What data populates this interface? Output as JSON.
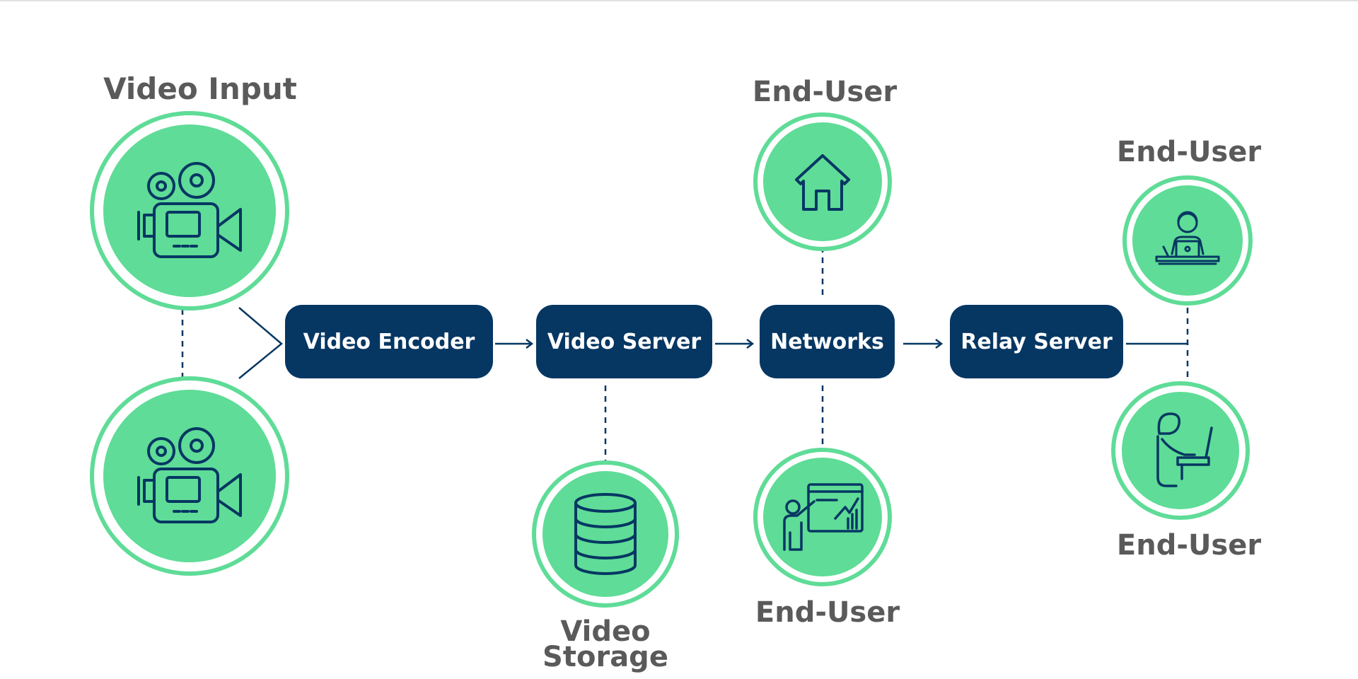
{
  "colors": {
    "accent_green": "#5fdc97",
    "node_navy": "#063763",
    "label_gray": "#5a5a5a"
  },
  "labels": {
    "video_input": "Video Input",
    "video_storage_line1": "Video",
    "video_storage_line2": "Storage",
    "end_user_top": "End-User",
    "end_user_bottom": "End-User",
    "end_user_right_top": "End-User",
    "end_user_right_bottom": "End-User"
  },
  "nodes": {
    "video_encoder": "Video Encoder",
    "video_server": "Video Server",
    "networks": "Networks",
    "relay_server": "Relay Server"
  },
  "icons": {
    "camera_1": "video-camera-icon",
    "camera_2": "video-camera-icon",
    "storage": "database-icon",
    "home": "house-icon",
    "presenter": "presentation-icon",
    "headset_user": "user-laptop-headset-icon",
    "desk_user": "user-at-desk-icon"
  }
}
